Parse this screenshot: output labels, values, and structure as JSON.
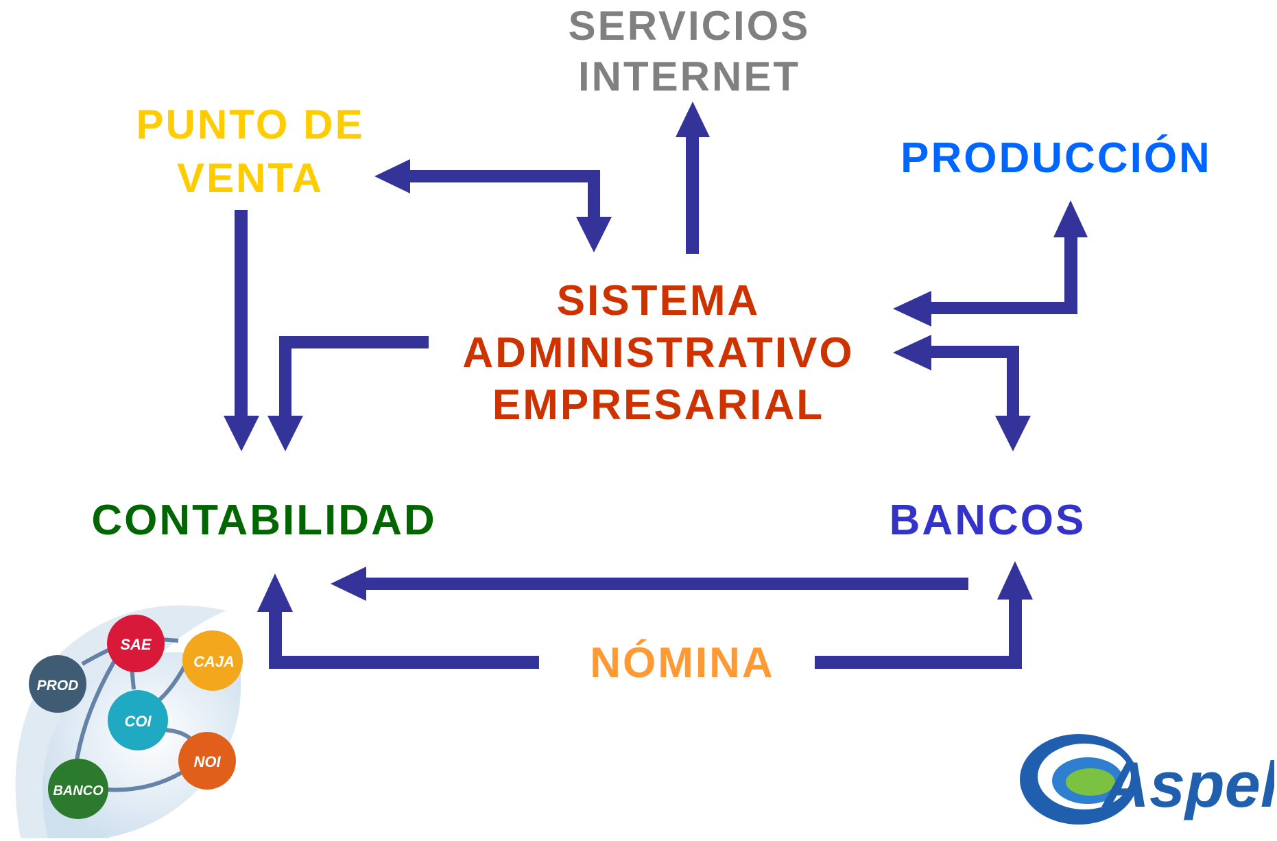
{
  "colors": {
    "arrow": "#333399",
    "servicios": "#808080",
    "punto": "#FFCC00",
    "produccion": "#0066FF",
    "sistema": "#CC3300",
    "contabilidad": "#006600",
    "bancos": "#3333CC",
    "nomina": "#FF9933"
  },
  "nodes": {
    "servicios": {
      "line1": "SERVICIOS",
      "line2": "INTERNET"
    },
    "punto": {
      "line1": "PUNTO DE",
      "line2": "VENTA"
    },
    "produccion": {
      "line1": "PRODUCCIÓN"
    },
    "sistema": {
      "line1": "SISTEMA",
      "line2": "ADMINISTRATIVO",
      "line3": "EMPRESARIAL"
    },
    "contabilidad": {
      "line1": "CONTABILIDAD"
    },
    "bancos": {
      "line1": "BANCOS"
    },
    "nomina": {
      "line1": "NÓMINA"
    }
  },
  "mini_logo": {
    "sae": "SAE",
    "caja": "CAJA",
    "prod": "PROD",
    "coi": "COI",
    "noi": "NOI",
    "banco": "BANCO"
  },
  "brand": {
    "name": "Aspel"
  }
}
